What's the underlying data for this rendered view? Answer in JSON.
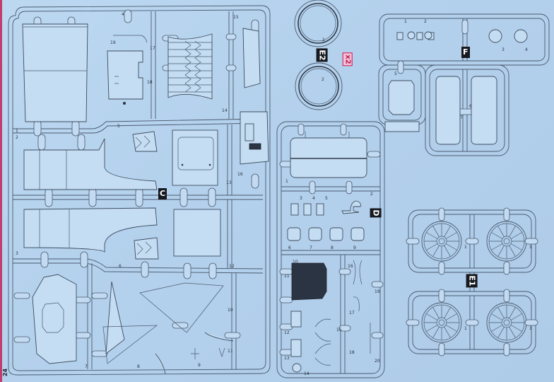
{
  "page": {
    "page_number": "24"
  },
  "sprues": [
    {
      "id": "C",
      "label": "C",
      "part_numbers": [
        "1",
        "2",
        "3",
        "4",
        "5",
        "6",
        "7",
        "8",
        "9",
        "10",
        "11",
        "12",
        "13",
        "14",
        "15",
        "16",
        "17",
        "18",
        "19"
      ]
    },
    {
      "id": "D",
      "label": "D",
      "part_numbers": [
        "1",
        "2",
        "3",
        "4",
        "5",
        "6",
        "7",
        "8",
        "9",
        "10",
        "11",
        "12",
        "13",
        "14",
        "15",
        "16",
        "17",
        "18",
        "19",
        "20"
      ]
    },
    {
      "id": "E2",
      "label": "E2",
      "quantity_badge": "x2",
      "part_numbers": [
        "1",
        "2"
      ]
    },
    {
      "id": "E1",
      "label": "E1",
      "part_numbers": [
        "1",
        "1",
        "1",
        "1"
      ]
    },
    {
      "id": "F",
      "label": "F",
      "part_numbers": [
        "1",
        "2",
        "3",
        "4",
        "5",
        "6",
        "7"
      ]
    }
  ],
  "colors": {
    "paper": "#b6d3ee",
    "line": "#4a5a6e",
    "label_bg": "#16191e",
    "badge": "#c2185b"
  }
}
